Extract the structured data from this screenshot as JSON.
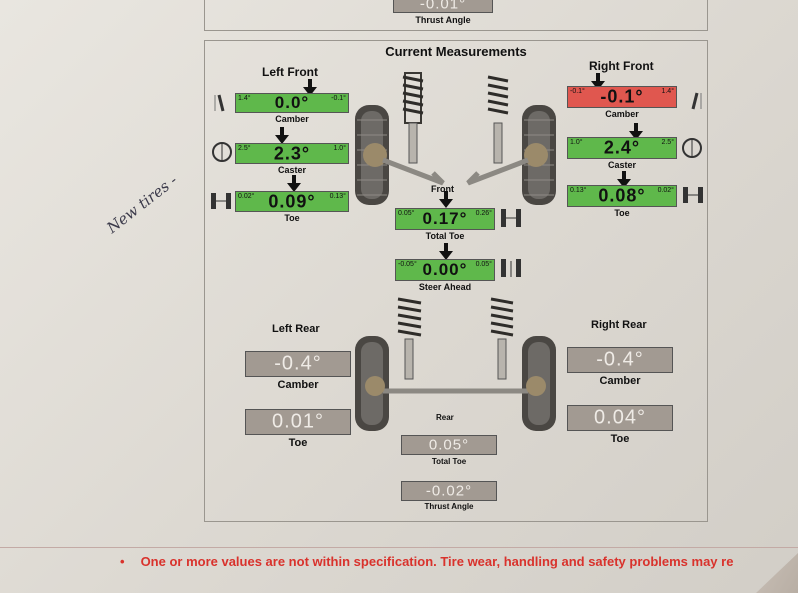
{
  "top_section": {
    "thrust_value": "-0.01°",
    "thrust_label": "Thrust Angle"
  },
  "title": "Current Measurements",
  "handwriting": "New tires -",
  "front": {
    "left_head": "Left Front",
    "right_head": "Right Front",
    "center_head": "Front",
    "left_camber": {
      "value": "0.0°",
      "min": "1.4°",
      "max": "-0.1°",
      "label": "Camber",
      "status": "in-spec"
    },
    "left_caster": {
      "value": "2.3°",
      "min": "2.5°",
      "max": "1.0°",
      "label": "Caster",
      "status": "in-spec"
    },
    "left_toe": {
      "value": "0.09°",
      "min": "0.02°",
      "max": "0.13°",
      "label": "Toe",
      "status": "in-spec"
    },
    "right_camber": {
      "value": "-0.1°",
      "min": "-0.1°",
      "max": "1.4°",
      "label": "Camber",
      "status": "out-of-spec"
    },
    "right_caster": {
      "value": "2.4°",
      "min": "1.0°",
      "max": "2.5°",
      "label": "Caster",
      "status": "in-spec"
    },
    "right_toe": {
      "value": "0.08°",
      "min": "0.13°",
      "max": "0.02°",
      "label": "Toe",
      "status": "in-spec"
    },
    "total_toe": {
      "value": "0.17°",
      "min": "0.05°",
      "max": "0.26°",
      "label": "Total Toe",
      "status": "in-spec"
    },
    "steer_ahead": {
      "value": "0.00°",
      "min": "-0.05°",
      "max": "0.05°",
      "label": "Steer Ahead",
      "status": "in-spec"
    }
  },
  "rear": {
    "left_head": "Left Rear",
    "right_head": "Right Rear",
    "center_head": "Rear",
    "left_camber": {
      "value": "-0.4°",
      "label": "Camber"
    },
    "left_toe": {
      "value": "0.01°",
      "label": "Toe"
    },
    "right_camber": {
      "value": "-0.4°",
      "label": "Camber"
    },
    "right_toe": {
      "value": "0.04°",
      "label": "Toe"
    },
    "total_toe": {
      "value": "0.05°",
      "label": "Total Toe"
    },
    "thrust_angle": {
      "value": "-0.02°",
      "label": "Thrust Angle"
    }
  },
  "footer": {
    "bullet": "•",
    "text": "One or more values are not within specification.  Tire wear, handling and safety problems may re"
  },
  "colors": {
    "in_spec": "#5fb84b",
    "out_of_spec": "#e0574f",
    "no_spec": "#a29a92",
    "warning_text": "#d9322c"
  }
}
